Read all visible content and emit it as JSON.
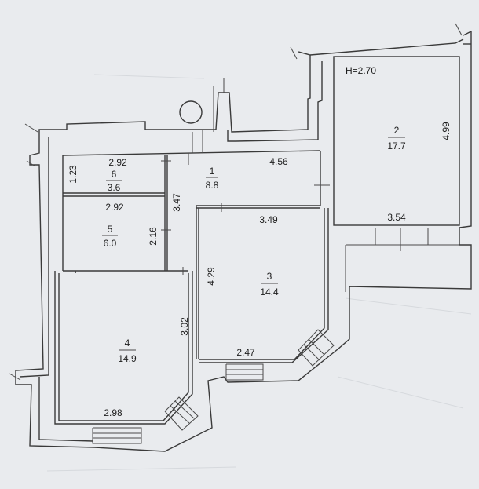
{
  "ceiling_height": "H=2.70",
  "rooms": [
    {
      "id": "r1",
      "number": "1",
      "area": "8.8"
    },
    {
      "id": "r2",
      "number": "2",
      "area": "17.7"
    },
    {
      "id": "r3",
      "number": "3",
      "area": "14.4"
    },
    {
      "id": "r4",
      "number": "4",
      "area": "14.9"
    },
    {
      "id": "r5",
      "number": "5",
      "area": "6.0"
    },
    {
      "id": "r6",
      "number": "6",
      "area": "3.6"
    }
  ],
  "dimensions": {
    "r6_width": "2.92",
    "r6_depth": "1.23",
    "r5_width": "2.92",
    "r5_depth": "2.16",
    "r1_depth": "3.47",
    "r1_length": "4.56",
    "r2_length": "4.99",
    "r2_width": "3.54",
    "r3_width": "3.49",
    "r3_depth": "4.29",
    "r3_bay": "2.47",
    "r4_depth": "3.02",
    "r4_width": "2.98"
  }
}
